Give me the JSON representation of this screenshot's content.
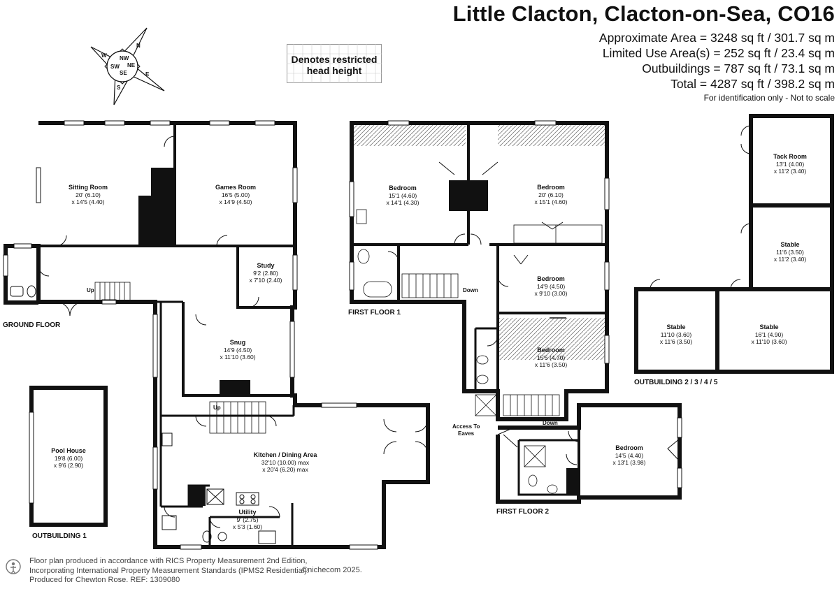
{
  "header": {
    "title": "Little Clacton, Clacton-on-Sea, CO16",
    "approx_area": "Approximate Area = 3248 sq ft / 301.7 sq m",
    "limited_use": "Limited Use Area(s) = 252 sq ft / 23.4 sq m",
    "outbuildings": "Outbuildings = 787 sq ft / 73.1 sq m",
    "total": "Total = 4287 sq ft / 398.2 sq m",
    "identification": "For identification only - Not to scale"
  },
  "legend": {
    "restricted_line1": "Denotes restricted",
    "restricted_line2": "head height"
  },
  "compass": {
    "n": "N",
    "e": "E",
    "s": "S",
    "w": "W",
    "nw": "NW",
    "ne": "NE",
    "se": "SE",
    "sw": "SW"
  },
  "floors": {
    "ground": "GROUND FLOOR",
    "first1": "FIRST FLOOR 1",
    "first2": "FIRST FLOOR 2",
    "outbuilding1": "OUTBUILDING 1",
    "outbuilding2": "OUTBUILDING 2 / 3 / 4 / 5"
  },
  "rooms": {
    "sitting": {
      "name": "Sitting Room",
      "dim1": "20' (6.10)",
      "dim2": "x 14'5 (4.40)"
    },
    "games": {
      "name": "Games Room",
      "dim1": "16'5 (5.00)",
      "dim2": "x 14'9 (4.50)"
    },
    "study": {
      "name": "Study",
      "dim1": "9'2 (2.80)",
      "dim2": "x 7'10 (2.40)"
    },
    "snug": {
      "name": "Snug",
      "dim1": "14'9 (4.50)",
      "dim2": "x 11'10 (3.60)"
    },
    "kitchen": {
      "name": "Kitchen / Dining Area",
      "dim1": "32'10 (10.00) max",
      "dim2": "x 20'4 (6.20) max"
    },
    "utility": {
      "name": "Utility",
      "dim1": "9' (2.75)",
      "dim2": "x 5'3 (1.60)"
    },
    "pool": {
      "name": "Pool House",
      "dim1": "19'8 (6.00)",
      "dim2": "x 9'6 (2.90)"
    },
    "bed1": {
      "name": "Bedroom",
      "dim1": "15'1 (4.60)",
      "dim2": "x 14'1 (4.30)"
    },
    "bed2": {
      "name": "Bedroom",
      "dim1": "20' (6.10)",
      "dim2": "x 15'1 (4.60)"
    },
    "bed3": {
      "name": "Bedroom",
      "dim1": "14'9 (4.50)",
      "dim2": "x 9'10 (3.00)"
    },
    "bed4": {
      "name": "Bedroom",
      "dim1": "15'5 (4.70)",
      "dim2": "x 11'6 (3.50)"
    },
    "bed5": {
      "name": "Bedroom",
      "dim1": "14'5 (4.40)",
      "dim2": "x 13'1 (3.98)"
    },
    "tack": {
      "name": "Tack Room",
      "dim1": "13'1 (4.00)",
      "dim2": "x 11'2 (3.40)"
    },
    "stable1": {
      "name": "Stable",
      "dim1": "11'6 (3.50)",
      "dim2": "x 11'2 (3.40)"
    },
    "stable2": {
      "name": "Stable",
      "dim1": "11'10 (3.60)",
      "dim2": "x 11'6 (3.50)"
    },
    "stable3": {
      "name": "Stable",
      "dim1": "16'1 (4.90)",
      "dim2": "x 11'10 (3.60)"
    }
  },
  "labels": {
    "up": "Up",
    "down": "Down",
    "access1": "Access To",
    "access2": "Eaves"
  },
  "footer": {
    "line1": "Floor plan produced in accordance with RICS Property Measurement 2nd Edition,",
    "line2": "Incorporating International Property Measurement Standards (IPMS2 Residential).",
    "copyright": "©nichecom 2025.",
    "line3": "Produced for Chewton Rose.   REF: 1309080"
  }
}
